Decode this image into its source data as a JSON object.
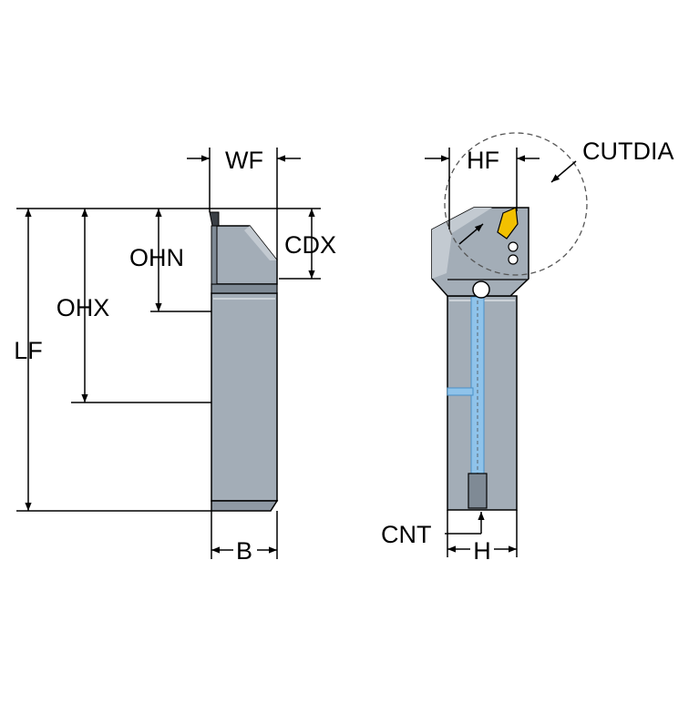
{
  "colors": {
    "body": "#a3adb7",
    "body_dark": "#7f8a95",
    "coolant": "#8fc3ea",
    "insert": "#f2c000",
    "line": "#000000"
  },
  "labels": {
    "wf": "WF",
    "hf": "HF",
    "cutdia": "CUTDIA",
    "cdx": "CDX",
    "ohn": "OHN",
    "ohx": "OHX",
    "lf": "LF",
    "b": "B",
    "cnt": "CNT",
    "h": "H"
  },
  "icons": {
    "side_view": "tool-holder-side-view",
    "front_view": "tool-holder-front-view",
    "insert": "cutting-insert-icon"
  }
}
